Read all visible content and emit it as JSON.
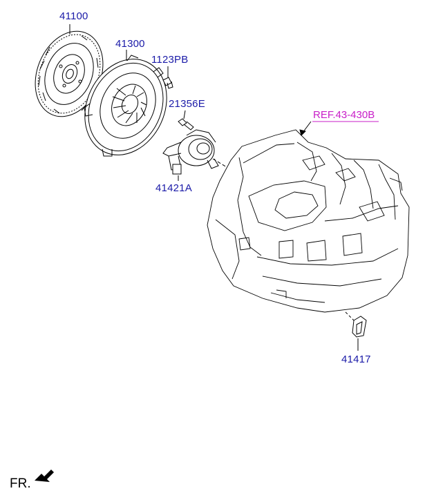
{
  "parts": {
    "clutch_disc": "41100",
    "clutch_cover": "41300",
    "bolt": "1123PB",
    "bleeder": "21356E",
    "release_cylinder": "41421A",
    "plug": "41417"
  },
  "reference": "REF.43-430B",
  "front_label": "FR.",
  "colors": {
    "part_number": "#1a1aa8",
    "reference": "#c81ec8",
    "line": "#000000"
  }
}
